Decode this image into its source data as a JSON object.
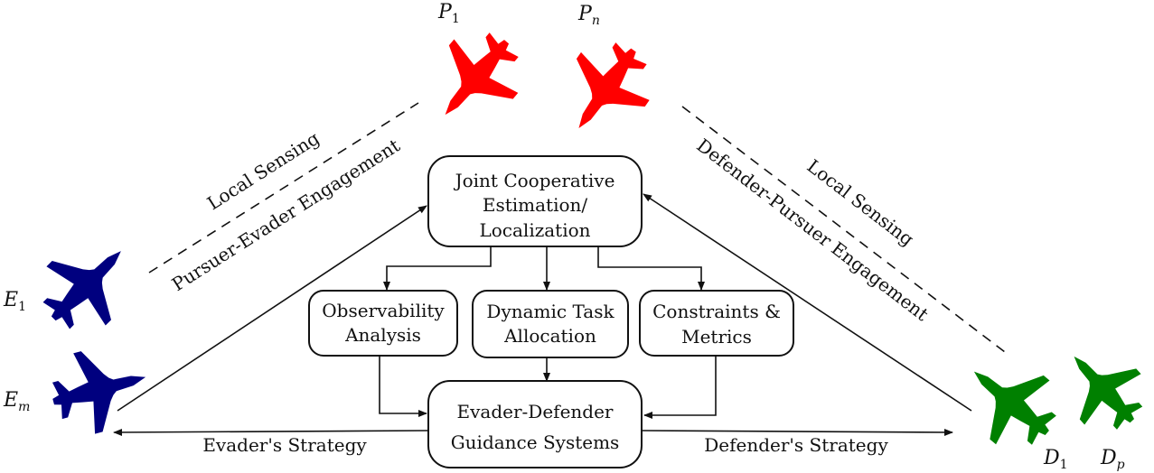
{
  "boxes": {
    "joint": [
      "Joint Cooperative",
      "Estimation/",
      "Localization"
    ],
    "observability": [
      "Observability",
      "Analysis"
    ],
    "task": [
      "Dynamic Task",
      "Allocation"
    ],
    "constraints": [
      "Constraints &",
      "Metrics"
    ],
    "guidance": [
      "Evader-Defender",
      "Guidance Systems"
    ]
  },
  "labels": {
    "local_sensing_left": "Local Sensing",
    "pursuer_evader": "Pursuer-Evader Engagement",
    "local_sensing_right": "Local Sensing",
    "defender_pursuer": "Defender-Pursuer Engagement",
    "evader_strategy": "Evader's Strategy",
    "defender_strategy": "Defender's Strategy"
  },
  "agents": {
    "p1": {
      "letter": "P",
      "sub": "1"
    },
    "pn": {
      "letter": "P",
      "sub": "n"
    },
    "e1": {
      "letter": "E",
      "sub": "1"
    },
    "em": {
      "letter": "E",
      "sub": "m"
    },
    "d1": {
      "letter": "D",
      "sub": "1"
    },
    "dp": {
      "letter": "D",
      "sub": "p"
    }
  },
  "colors": {
    "pursuer": "#ff0000",
    "evader": "#00007f",
    "defender": "#008000"
  },
  "icons": [
    "jet-icon"
  ]
}
